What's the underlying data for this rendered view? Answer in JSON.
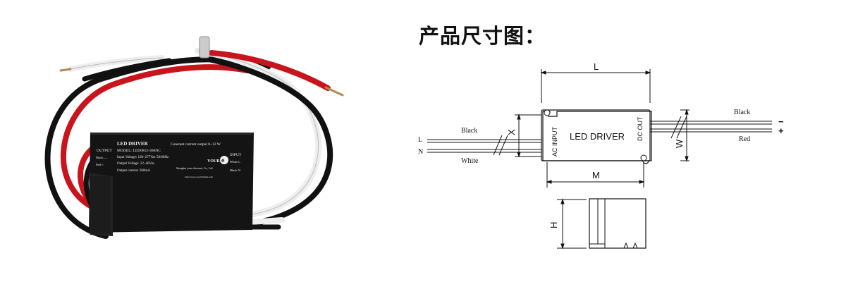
{
  "title": "产品尺寸图：",
  "photo": {
    "header": "LED DRIVER",
    "constant": "Constant current output 8~12 W",
    "output_label": "OUTPUT",
    "input_label": "INPUT",
    "model": "MODEL: LED0812-360NC",
    "input_voltage": "Input Voltage: 120~277Vac  50/60Hz",
    "output_voltage": "Output Voltage: 22~46Vac",
    "output_current": "Output current: 360mA",
    "black_minus": "Black  —",
    "red_plus": "Red  +",
    "white_l": "White L",
    "black_n": "Black N",
    "company": "Shanghai your electronic Co., Ltd.",
    "website": "http://www.yourbrillent.com",
    "brand": "YOUR"
  },
  "diagram": {
    "case_label": "LED DRIVER",
    "ac_input": "AC INPUT",
    "dc_out": "DC OUT",
    "dim_L": "L",
    "dim_M": "M",
    "dim_W": "W",
    "dim_X": "X",
    "dim_H": "H",
    "in_L": "L",
    "in_N": "N",
    "wire_black_in": "Black",
    "wire_white_in": "White",
    "wire_black_out": "Black",
    "wire_red_out": "Red",
    "minus": "−",
    "plus": "+"
  },
  "colors": {
    "case": "#141414",
    "red_wire": "#c8141c",
    "black_wire": "#111111",
    "white_wire": "#eeeeee"
  }
}
